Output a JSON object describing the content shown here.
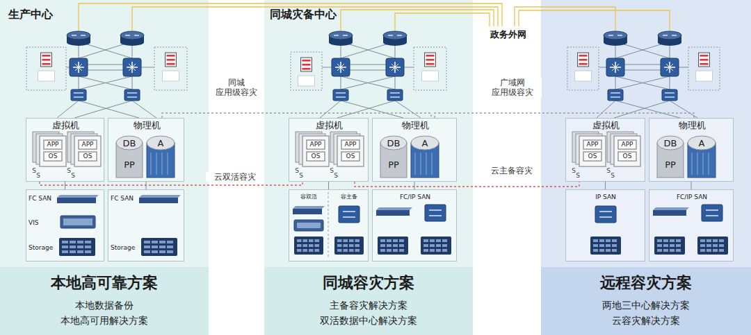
{
  "diagram": {
    "nodes": [
      {
        "text": [
          "生产中心"
        ]
      },
      {
        "text": [
          "虚拟机"
        ],
        "in": 0
      },
      {
        "text": [
          "物理机"
        ],
        "in": 0
      },
      {
        "text": [
          "FC SAN",
          "VIS",
          "Storage"
        ],
        "in": 0
      },
      {
        "text": [
          "FC SAN",
          "Storage"
        ],
        "in": 0
      },
      {
        "text": [
          "本地高可靠方案",
          "本地数据备份",
          "本地高可用解决方案"
        ],
        "in": 0
      },
      {
        "text": [
          "同城灾备中心"
        ]
      },
      {
        "text": [
          "虚拟机"
        ],
        "in": 6
      },
      {
        "text": [
          "物理机"
        ],
        "in": 6
      },
      {
        "text": [
          "容双活",
          "容主备"
        ],
        "in": 6
      },
      {
        "text": [
          "FC/IP SAN"
        ],
        "in": 6
      },
      {
        "text": [
          "同城容灾方案",
          "主备容灾解决方案",
          "双活数据中心解决方案"
        ],
        "in": 6
      },
      {
        "text": [
          "虚拟机"
        ]
      },
      {
        "text": [
          "物理机"
        ]
      },
      {
        "text": [
          "IP SAN"
        ]
      },
      {
        "text": [
          "FC/IP SAN"
        ]
      },
      {
        "text": [
          "远程容灾方案",
          "两地三中心解决方案",
          "云容灾解决方案"
        ]
      }
    ],
    "edges": [
      {
        "from": 1,
        "to": 7,
        "arrow": "none",
        "label": "云双活容灾"
      },
      {
        "from": 7,
        "to": 12,
        "arrow": "none",
        "label": "云主备容灾"
      },
      {
        "from": 2,
        "to": 8,
        "arrow": "none",
        "label": "同城 应用级容灾"
      },
      {
        "from": 8,
        "to": 13,
        "arrow": "none",
        "label": "广域网 应用级容灾"
      },
      {
        "from": 1,
        "to": 3,
        "arrow": "none"
      },
      {
        "from": 2,
        "to": 4,
        "arrow": "none"
      },
      {
        "from": 7,
        "to": 9,
        "arrow": "none"
      },
      {
        "from": 8,
        "to": 10,
        "arrow": "none"
      },
      {
        "from": 12,
        "to": 14,
        "arrow": "none"
      },
      {
        "from": 13,
        "to": 15,
        "arrow": "none"
      }
    ],
    "labels": [
      "政务外网",
      "APP",
      "OS",
      "APP",
      "OS",
      "S",
      "S",
      "S",
      "S",
      "DB",
      "A",
      "PP",
      "APP",
      "OS",
      "APP",
      "OS",
      "S",
      "S",
      "S",
      "S",
      "DB",
      "A",
      "PP",
      "APP",
      "OS",
      "APP",
      "OS",
      "S",
      "S",
      "S",
      "S",
      "DB",
      "A",
      "PP"
    ]
  }
}
